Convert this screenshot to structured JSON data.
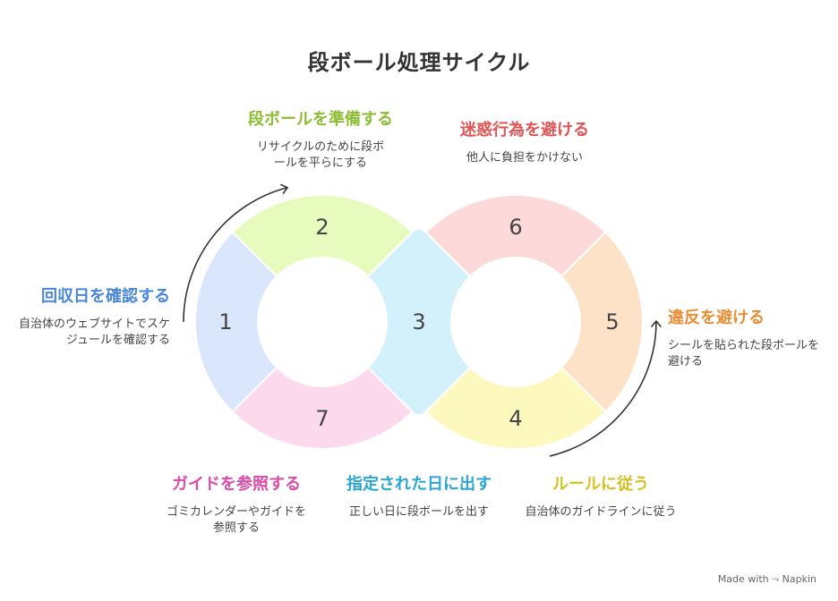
{
  "title": "段ボール処理サイクル",
  "colors": {
    "seg1": "#d9e6fb",
    "seg2": "#e6fbbd",
    "seg3": "#d3f1fb",
    "seg4": "#fdf8bd",
    "seg5": "#fde2c8",
    "seg6": "#fdd9d9",
    "seg7": "#fdd9ee",
    "h1": "#4a86d8",
    "h2": "#8cbd32",
    "h3": "#2aa6d4",
    "h4": "#d4c124",
    "h5": "#e88e34",
    "h6": "#e05454",
    "h7": "#d94ca8"
  },
  "steps": [
    {
      "num": "1",
      "heading": "回収日を確認する",
      "desc": "自治体のウェブサイトでスケジュールを確認する"
    },
    {
      "num": "2",
      "heading": "段ボールを準備する",
      "desc": "リサイクルのために段ボールを平らにする"
    },
    {
      "num": "3",
      "heading": "指定された日に出す",
      "desc": "正しい日に段ボールを出す"
    },
    {
      "num": "4",
      "heading": "ルールに従う",
      "desc": "自治体のガイドラインに従う"
    },
    {
      "num": "5",
      "heading": "違反を避ける",
      "desc": "シールを貼られた段ボールを避ける"
    },
    {
      "num": "6",
      "heading": "迷惑行為を避ける",
      "desc": "他人に負担をかけない"
    },
    {
      "num": "7",
      "heading": "ガイドを参照する",
      "desc": "ゴミカレンダーやガイドを参照する"
    }
  ],
  "footer": {
    "made_with": "Made with",
    "brand": "Napkin"
  }
}
